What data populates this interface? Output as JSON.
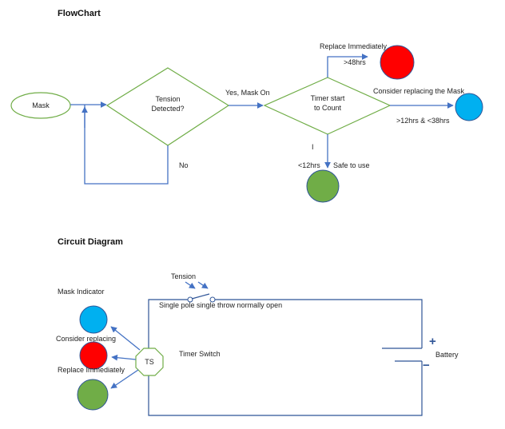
{
  "flowchart": {
    "title": "FlowChart",
    "mask_label": "Mask",
    "tension_line1": "Tension",
    "tension_line2": "Detected?",
    "yes_label": "Yes, Mask On",
    "no_label": "No",
    "timer_line1": "Timer start",
    "timer_line2": "to Count",
    "replace_label": "Replace Immediately",
    "over48_label": ">48hrs",
    "consider_label": "Consider replacing the Mask",
    "range_label": ">12hrs & <38hrs",
    "under12_label": "<12hrs",
    "safe_label": "Safe to use",
    "cursor_mark": "I"
  },
  "circuit": {
    "title": "Circuit Diagram",
    "tension_label": "Tension",
    "switch_label": "Single pole single throw normally open",
    "mask_indicator_label": "Mask Indicator",
    "consider_label": "Consider replacing",
    "replace_label": "Replace Immediately",
    "ts_label": "TS",
    "timer_switch_label": "Timer Switch",
    "battery_label": "Battery",
    "plus_sign": "+",
    "minus_sign": "−"
  },
  "colors": {
    "red": "#ff0000",
    "blue": "#00b0f0",
    "green": "#70ad47",
    "outline_green": "#70ad47",
    "arrow_blue": "#4472c4",
    "circle_border": "#2f5597"
  }
}
